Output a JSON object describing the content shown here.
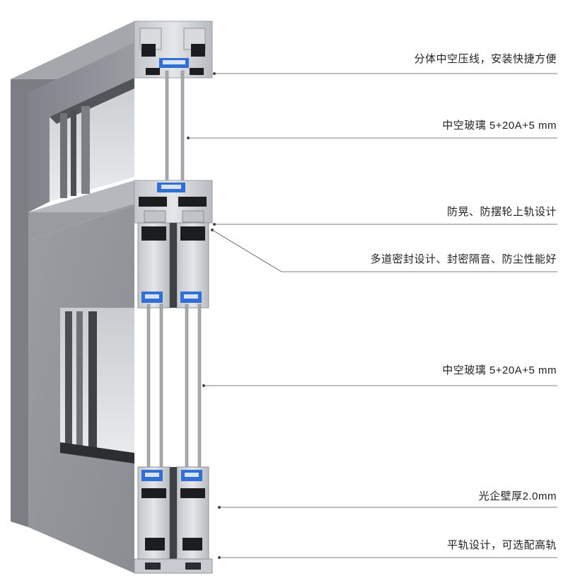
{
  "callouts": [
    {
      "id": "split-glazing-bead",
      "text": "分体中空压线，安装快捷方便"
    },
    {
      "id": "insulated-glass-top",
      "text": "中空玻璃 5+20A+5 mm"
    },
    {
      "id": "anti-sway-wheel",
      "text": "防晃、防摆轮上轨设计"
    },
    {
      "id": "multi-seal",
      "text": "多道密封设计、封密隔音、防尘性能好"
    },
    {
      "id": "insulated-glass-bottom",
      "text": "中空玻璃 5+20A+5 mm"
    },
    {
      "id": "wall-thickness",
      "text": "光企壁厚2.0mm"
    },
    {
      "id": "flat-rail",
      "text": "平轨设计，可选配高轨"
    }
  ],
  "colors": {
    "frame_face": "#8d9196",
    "frame_dark": "#6f7378",
    "profile_light": "#d7dadd",
    "profile_mid": "#b9bdc1",
    "rubber": "#1c1d1f",
    "spacer": "#2f6fd6",
    "leader": "#555555"
  }
}
